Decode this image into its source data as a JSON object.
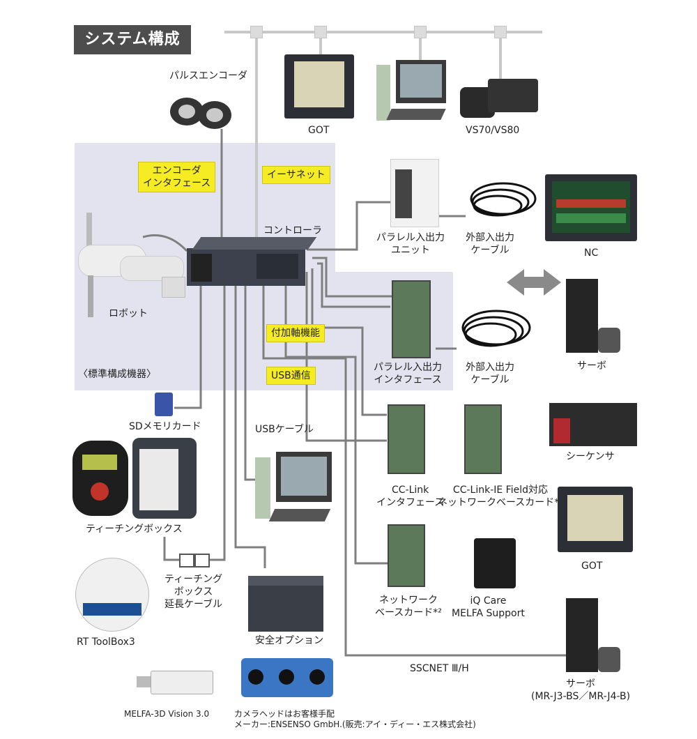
{
  "title": "システム構成",
  "region_label": "〈標準構成機器〉",
  "labels": {
    "pulse_encoder": "パルスエンコーダ",
    "got_top": "GOT",
    "vision": "VS70/VS80",
    "controller": "コントローラ",
    "robot": "ロボット",
    "parallel_unit": [
      "パラレル入出力",
      "ユニット"
    ],
    "ext_cable_1": [
      "外部入出力",
      "ケーブル"
    ],
    "nc": "NC",
    "parallel_if": [
      "パラレル入出力",
      "インタフェース"
    ],
    "ext_cable_2": [
      "外部入出力",
      "ケーブル"
    ],
    "servo": "サーボ",
    "sd_card": "SDメモリカード",
    "usb_cable": "USBケーブル",
    "sequencer": "シーケンサ",
    "cclink": [
      "CC-Link",
      "インタフェース"
    ],
    "cclink_ie": [
      "CC-Link-IE Field対応",
      "ネットワークベースカード*²"
    ],
    "teaching_box": "ティーチングボックス",
    "got_bottom": "GOT",
    "tb_ext_cable": [
      "ティーチング",
      "ボックス",
      "延長ケーブル"
    ],
    "network_card": [
      "ネットワーク",
      "ベースカード*²"
    ],
    "iq_care": [
      "iQ Care",
      "MELFA Support"
    ],
    "rt_toolbox": "RT ToolBox3",
    "safety_option": "安全オプション",
    "sscnet": "SSCNET Ⅲ/H",
    "servo_model": [
      "サーボ",
      "(MR-J3-BS／MR-J4-B)"
    ],
    "melfa_3d": "MELFA-3D Vision 3.0",
    "camera_note": [
      "カメラヘッドはお客様手配",
      "メーカー:ENSENSO GmbH.(販売:アイ・ディー・エス株式会社)"
    ]
  },
  "yellow_labels": {
    "encoder_if": [
      "エンコーダ",
      "インタフェース"
    ],
    "ethernet": "イーサネット",
    "additional_axis": "付加軸機能",
    "usb_comm": "USB通信"
  },
  "colors": {
    "wire": "#7f7f7f",
    "ethernet_bus": "#c8c8c8",
    "region": "#e3e3f0",
    "yellow": "#f6ec24",
    "title_bg": "#4d4d4d"
  }
}
